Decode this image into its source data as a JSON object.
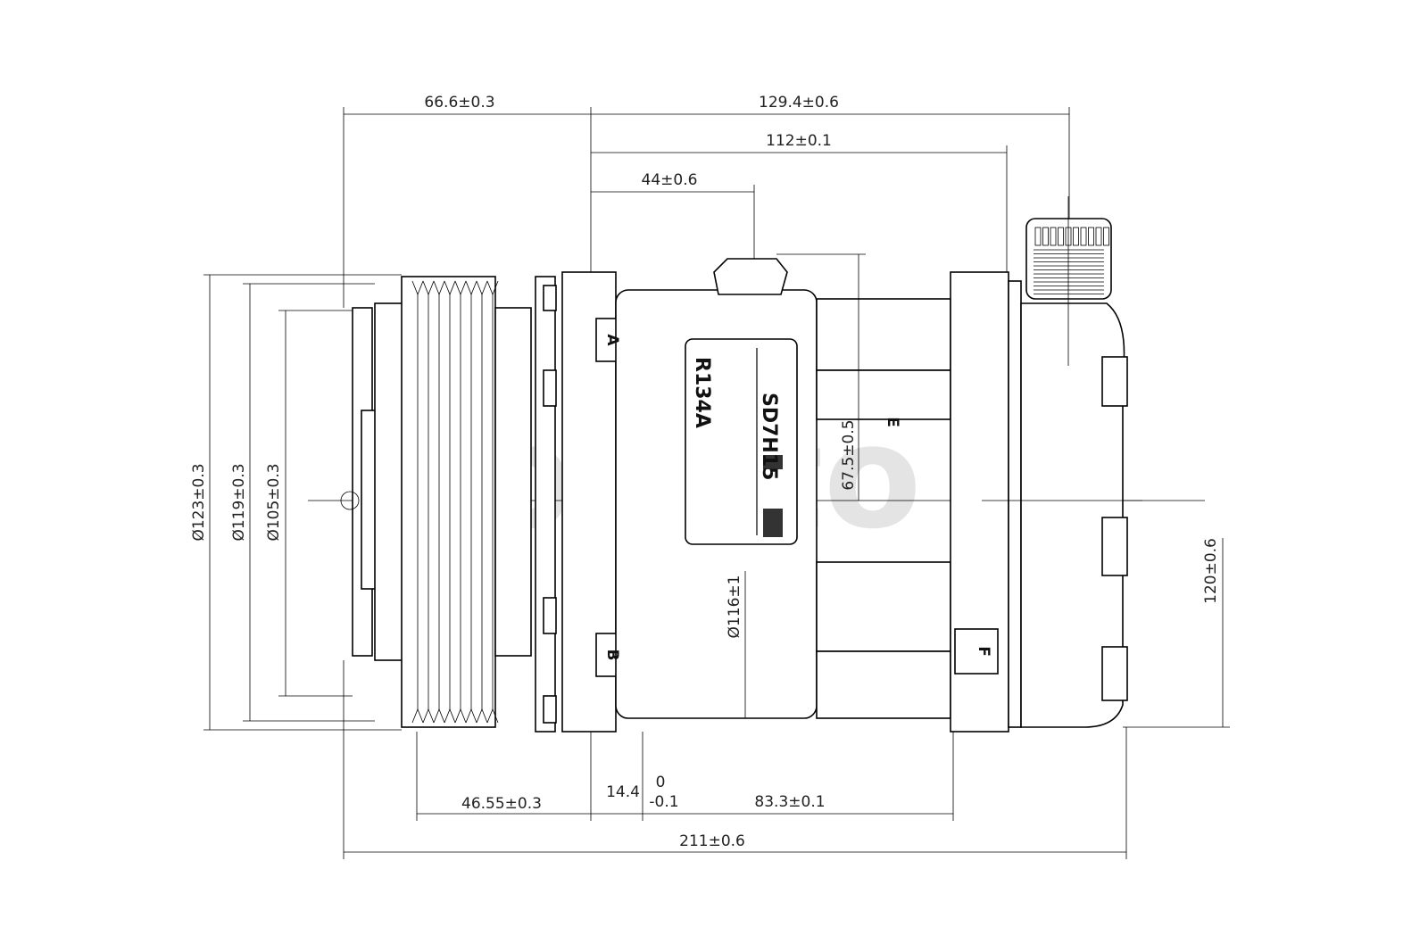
{
  "watermark": "ebasto",
  "plate": {
    "model": "SD7H15",
    "refrigerant": "R134A"
  },
  "labels": {
    "a": "A",
    "b": "B",
    "e": "E",
    "f": "F"
  },
  "dimensions": {
    "d1": "66.6±0.3",
    "d2": "129.4±0.6",
    "d3": "112±0.1",
    "d4": "44±0.6",
    "d5": "Ø123±0.3",
    "d6": "Ø119±0.3",
    "d7": "Ø105±0.3",
    "d8": "67.5±0.5",
    "d9": "Ø116±1",
    "d10": "120±0.6",
    "d11": "46.55±0.3",
    "d12_main": "14.4",
    "d12_upper": "0",
    "d12_lower": "-0.1",
    "d13": "83.3±0.1",
    "d14": "211±0.6"
  }
}
